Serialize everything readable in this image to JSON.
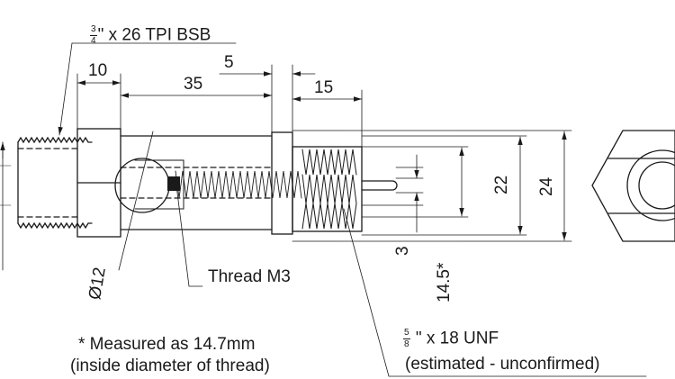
{
  "labels": {
    "bsb_thread": {
      "frac_num": "3",
      "frac_den": "4",
      "rest": "\" x 26 TPI BSB"
    },
    "dim_10": "10",
    "dim_35": "35",
    "dim_5": "5",
    "dim_15": "15",
    "dim_22": "22",
    "dim_24": "24",
    "dim_3": "3",
    "dim_14_5": "14.5*",
    "dim_dia12": "Ø12",
    "thread_m3": "Thread M3",
    "note_line1": "* Measured as 14.7mm",
    "note_line2": "(inside diameter of thread)",
    "unf_thread": {
      "frac_num": "5",
      "frac_den": "8",
      "rest": " \" x 18 UNF"
    },
    "unf_note": "(estimated - unconfirmed)"
  },
  "colors": {
    "ink": "#1a1a1a",
    "paper": "#ffffff"
  }
}
